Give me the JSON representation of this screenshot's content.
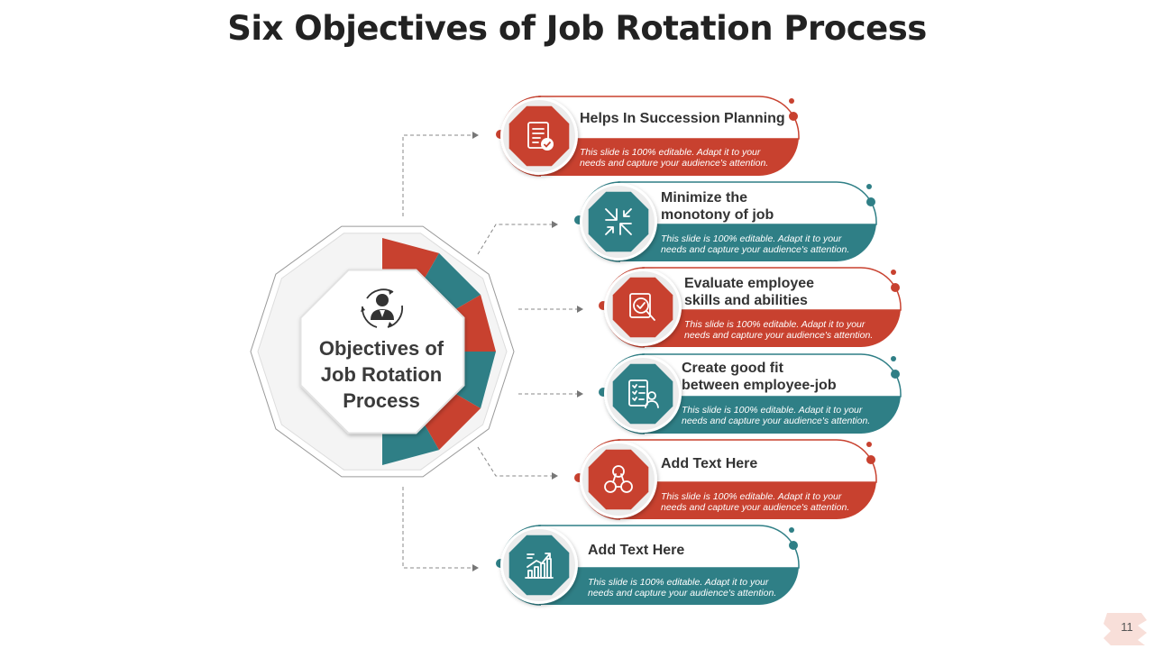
{
  "title": "Six Objectives of Job Rotation Process",
  "center": {
    "title": "Objectives of\nJob Rotation\nProcess",
    "icon": "employee-rotation-icon"
  },
  "colors": {
    "red": "#c8412f",
    "teal": "#2f7f86",
    "gray_line": "#8a8a8a"
  },
  "items": [
    {
      "title": "Helps In  Succession Planning",
      "desc": "This slide is 100% editable. Adapt it to your\nneeds and capture your audience's attention.",
      "color": "red",
      "icon": "document-check-icon"
    },
    {
      "title": "Minimize the\nmonotony of job",
      "desc": "This slide is 100% editable. Adapt it to your\nneeds and capture your audience's attention.",
      "color": "teal",
      "icon": "arrows-inward-icon"
    },
    {
      "title": "Evaluate employee\nskills and abilities",
      "desc": "This slide is 100% editable. Adapt it to your\nneeds and capture your audience's attention.",
      "color": "red",
      "icon": "magnify-evaluation-icon"
    },
    {
      "title": "Create good fit\nbetween employee-job",
      "desc": "This slide is 100% editable. Adapt it to your\nneeds and capture your audience's attention.",
      "color": "teal",
      "icon": "checklist-person-icon"
    },
    {
      "title": "Add  Text Here",
      "desc": "This slide is 100% editable. Adapt it to your\nneeds and capture your audience's attention.",
      "color": "red",
      "icon": "team-network-icon"
    },
    {
      "title": "Add  Text Here",
      "desc": "This slide is 100% editable. Adapt it to your\nneeds and capture your audience's attention.",
      "color": "teal",
      "icon": "growth-chart-icon"
    }
  ],
  "page_number": "11"
}
